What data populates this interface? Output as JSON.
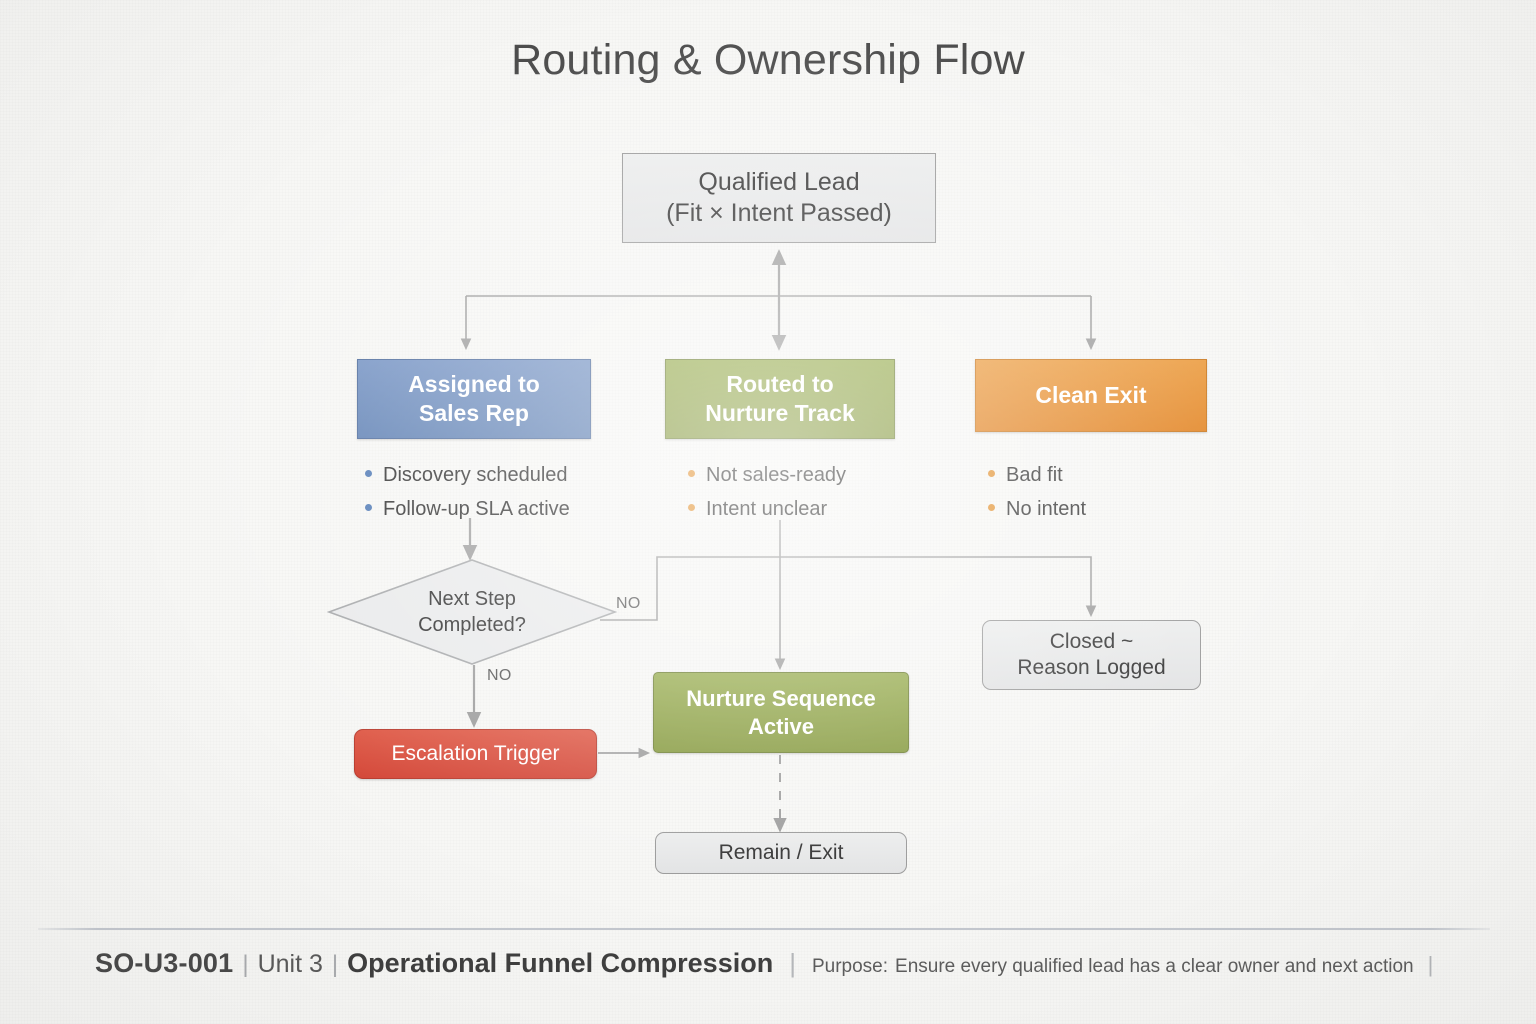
{
  "title": "Routing & Ownership Flow",
  "nodes": {
    "qualified_lead": {
      "line1": "Qualified Lead",
      "line2": "(Fit × Intent Passed)"
    },
    "assigned": {
      "line1": "Assigned to",
      "line2": "Sales Rep"
    },
    "routed": {
      "line1": "Routed to",
      "line2": "Nurture Track"
    },
    "clean_exit": {
      "line1": "Clean Exit"
    },
    "decision": {
      "line1": "Next Step",
      "line2": "Completed?"
    },
    "escalation": {
      "line1": "Escalation Trigger"
    },
    "nurture_active": {
      "line1": "Nurture Sequence",
      "line2": "Active"
    },
    "closed": {
      "line1": "Closed  ~",
      "line2": "Reason Logged"
    },
    "remain_exit": {
      "line1": "Remain / Exit"
    }
  },
  "bullets": {
    "assigned": [
      "Discovery scheduled",
      "Follow-up SLA active"
    ],
    "routed": [
      "Not sales-ready",
      "Intent unclear"
    ],
    "clean_exit": [
      "Bad fit",
      "No intent"
    ]
  },
  "edge_labels": {
    "no_right": "NO",
    "no_down": "NO"
  },
  "footer": {
    "code": "SO-U3-001",
    "sep": "|",
    "unit": "Unit 3",
    "sep_b": "|",
    "unit_name": "Operational Funnel Compression",
    "divider": "|",
    "purpose_label": "Purpose:",
    "purpose_text": "Ensure every qualified lead has a clear owner and next action",
    "end_bar": "|"
  },
  "colors": {
    "blue": "#6a8bbd",
    "green": "#8ea347",
    "orange": "#e8902e",
    "red": "#d94f3d",
    "grey_node": "#e7e8e9",
    "edge": "#9a9a9a",
    "title": "#4d4d4d"
  }
}
